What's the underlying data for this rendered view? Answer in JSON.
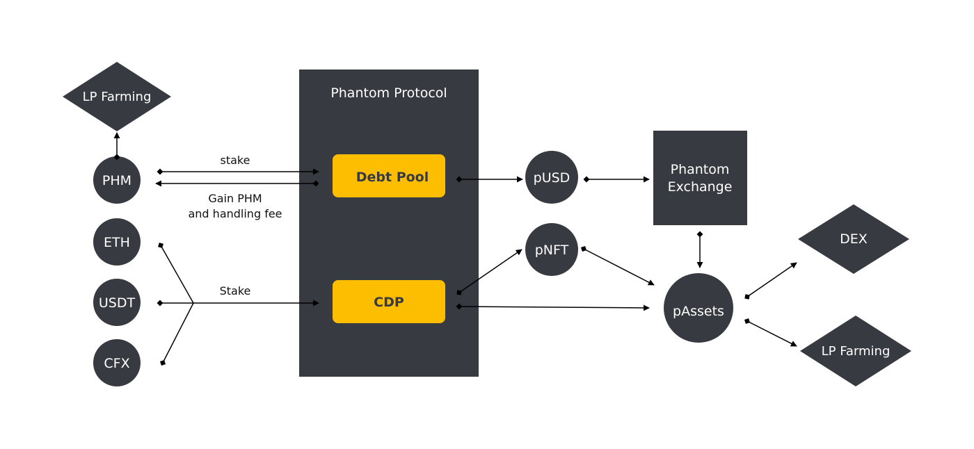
{
  "colors": {
    "dark": "#383a41",
    "accent": "#fdbd00",
    "line": "#000000",
    "background": "#ffffff"
  },
  "nodes": {
    "lp_farming_top": "LP Farming",
    "phm": "PHM",
    "eth": "ETH",
    "usdt": "USDT",
    "cfx": "CFX",
    "protocol_title": "Phantom Protocol",
    "debt_pool": "Debt Pool",
    "cdp": "CDP",
    "pusd": "pUSD",
    "pnft": "pNFT",
    "exchange_line1": "Phantom",
    "exchange_line2": "Exchange",
    "passets": "pAssets",
    "dex": "DEX",
    "lp_farming_right": "LP Farming"
  },
  "edge_labels": {
    "stake_phm": "stake",
    "gain_line1": "Gain PHM",
    "gain_line2": "and handling fee",
    "stake_collateral": "Stake"
  }
}
